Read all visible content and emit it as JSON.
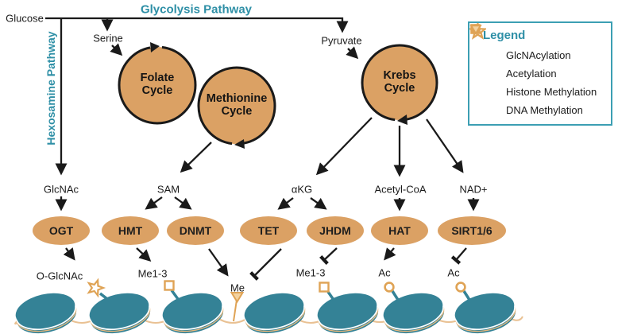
{
  "pathways": {
    "glycolysis": "Glycolysis Pathway",
    "hexosamine": "Hexosamine Pathway"
  },
  "inputs": {
    "glucose": "Glucose",
    "serine": "Serine",
    "pyruvate": "Pyruvate"
  },
  "cycles": {
    "folate": {
      "line1": "Folate",
      "line2": "Cycle"
    },
    "methionine": {
      "line1": "Methionine",
      "line2": "Cycle"
    },
    "krebs": {
      "line1": "Krebs",
      "line2": "Cycle"
    }
  },
  "metabolites": {
    "glcnac": "GlcNAc",
    "sam": "SAM",
    "akg": "αKG",
    "acetylcoa": "Acetyl-CoA",
    "nad": "NAD+"
  },
  "enzymes": {
    "ogt": "OGT",
    "hmt": "HMT",
    "dnmt": "DNMT",
    "tet": "TET",
    "jhdm": "JHDM",
    "hat": "HAT",
    "sirt": "SIRT1/6"
  },
  "modifications": {
    "oglcnac": "O-GlcNAc",
    "me13_histone_left": "Me1-3",
    "me_dna": "Me",
    "me13_histone_right": "Me1-3",
    "ac_left": "Ac",
    "ac_right": "Ac"
  },
  "legend": {
    "title": "Legend",
    "items": [
      {
        "icon": "star-icon",
        "label": "GlcNAcylation"
      },
      {
        "icon": "circle-icon",
        "label": "Acetylation"
      },
      {
        "icon": "square-icon",
        "label": "Histone Methylation"
      },
      {
        "icon": "triangle-icon",
        "label": "DNA Methylation"
      }
    ]
  },
  "colors": {
    "teal_accent": "#2E8FA6",
    "legend_border": "#3C9FB3",
    "cycle_fill": "#DBA164",
    "marker_orange": "#DFA355",
    "nucleosome_teal": "#348296",
    "dna_strand": "#E9C193",
    "line_black": "#1A1A1A"
  }
}
